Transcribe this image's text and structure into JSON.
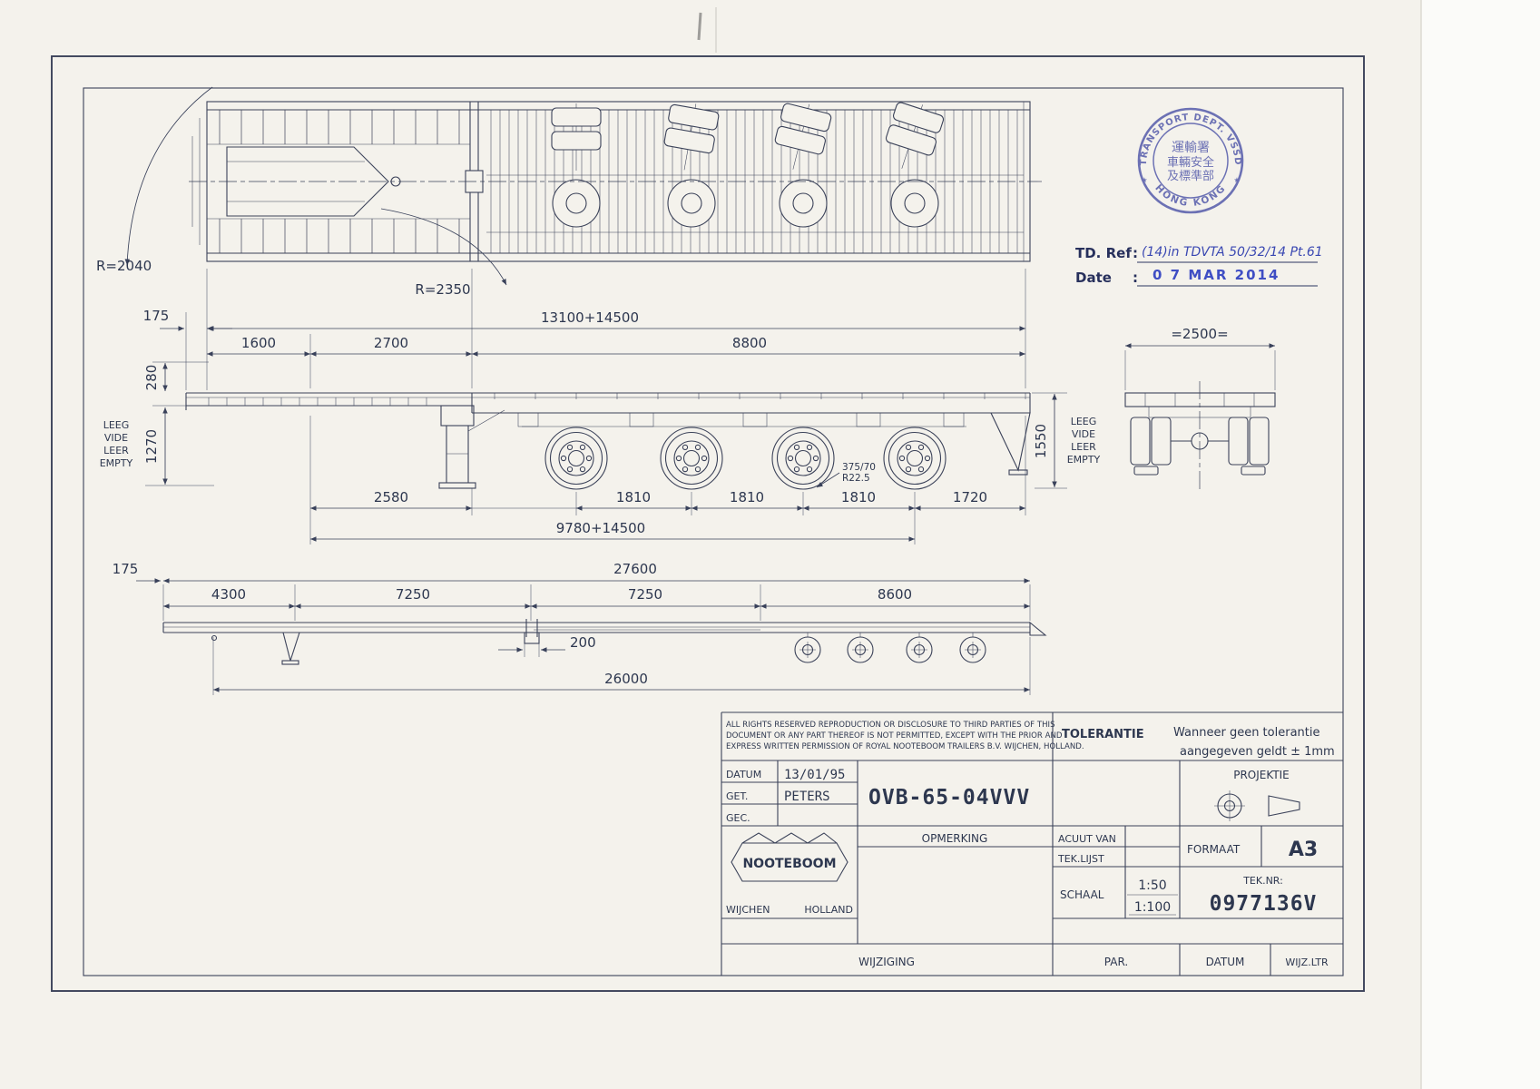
{
  "document": {
    "type": "technical drailer drawing",
    "paper_color": "#f4f2ec",
    "ink_color": "#3b4259",
    "stamp_color": "#5a60ad",
    "handwriting_color": "#3a48b2"
  },
  "stamp": {
    "arc_top": "TRANSPORT DEPT. VSSD",
    "arc_bottom": "HONG KONG",
    "cn_lines": [
      "運輸署",
      "車輛安全",
      "及標準部"
    ],
    "separator": "★"
  },
  "reference": {
    "td_label": "TD. Ref",
    "td_colon": ":",
    "td_value": "(14)in TDVTA 50/32/14 Pt.61",
    "date_label": "Date",
    "date_colon": ":",
    "date_value": "0 7 MAR 2014"
  },
  "dims": {
    "overhang_top": "175",
    "total_top": "13100+14500",
    "seg_1600": "1600",
    "seg_2700": "2700",
    "seg_8800": "8800",
    "height_280": "280",
    "height_1270": "1270",
    "width_2500": "=2500=",
    "height_1550": "1550",
    "empty_left": [
      "LEEG",
      "VIDE",
      "LEER",
      "EMPTY"
    ],
    "empty_right": [
      "LEEG",
      "VIDE",
      "LEER",
      "EMPTY"
    ],
    "seg_2580": "2580",
    "axle_spacings": [
      "1810",
      "1810",
      "1810"
    ],
    "seg_1720": "1720",
    "tyre_line1": "375/70",
    "tyre_line2": "R22.5",
    "wheelbase": "9780+14500",
    "radius_front": "R=2040",
    "radius_rear": "R=2350",
    "ext_overhang": "175",
    "ext_total": "27600",
    "ext_segs": [
      "4300",
      "7250",
      "7250",
      "8600"
    ],
    "ext_joint": "200",
    "ext_kingpin": "26000"
  },
  "title_block": {
    "copyright_lines": [
      "ALL RIGHTS RESERVED REPRODUCTION OR DISCLOSURE TO THIRD PARTIES OF THIS",
      "DOCUMENT OR ANY PART THEREOF IS NOT PERMITTED, EXCEPT WITH THE PRIOR AND",
      "EXPRESS WRITTEN PERMISSION OF ROYAL NOOTEBOOM TRAILERS B.V. WIJCHEN, HOLLAND."
    ],
    "tolerantie_label": "TOLERANTIE",
    "tolerantie_line1": "Wanneer geen tolerantie",
    "tolerantie_line2": "aangegeven geldt ± 1mm",
    "datum_label": "DATUM",
    "datum_value": "13/01/95",
    "get_label": "GET.",
    "get_value": "PETERS",
    "gec_label": "GEC.",
    "drawing_code": "OVB-65-04VVV",
    "projektie_label": "PROJEKTIE",
    "opmerking_label": "OPMERKING",
    "acuut_van_label": "ACUUT VAN",
    "tek_lijst_label": "TEK.LIJST",
    "formaat_label": "FORMAAT",
    "formaat_value": "A3",
    "schaal_label": "SCHAAL",
    "schaal_values": [
      "1:50",
      "1:100"
    ],
    "tek_nr_label": "TEK.NR:",
    "tek_nr_value": "0977136V",
    "logo_name": "NOOTEBOOM",
    "logo_city": "WIJCHEN",
    "logo_country": "HOLLAND",
    "wijziging_label": "WIJZIGING",
    "par_label": "PAR.",
    "datum2_label": "DATUM",
    "wijz_ltr_label": "WIJZ.LTR"
  }
}
